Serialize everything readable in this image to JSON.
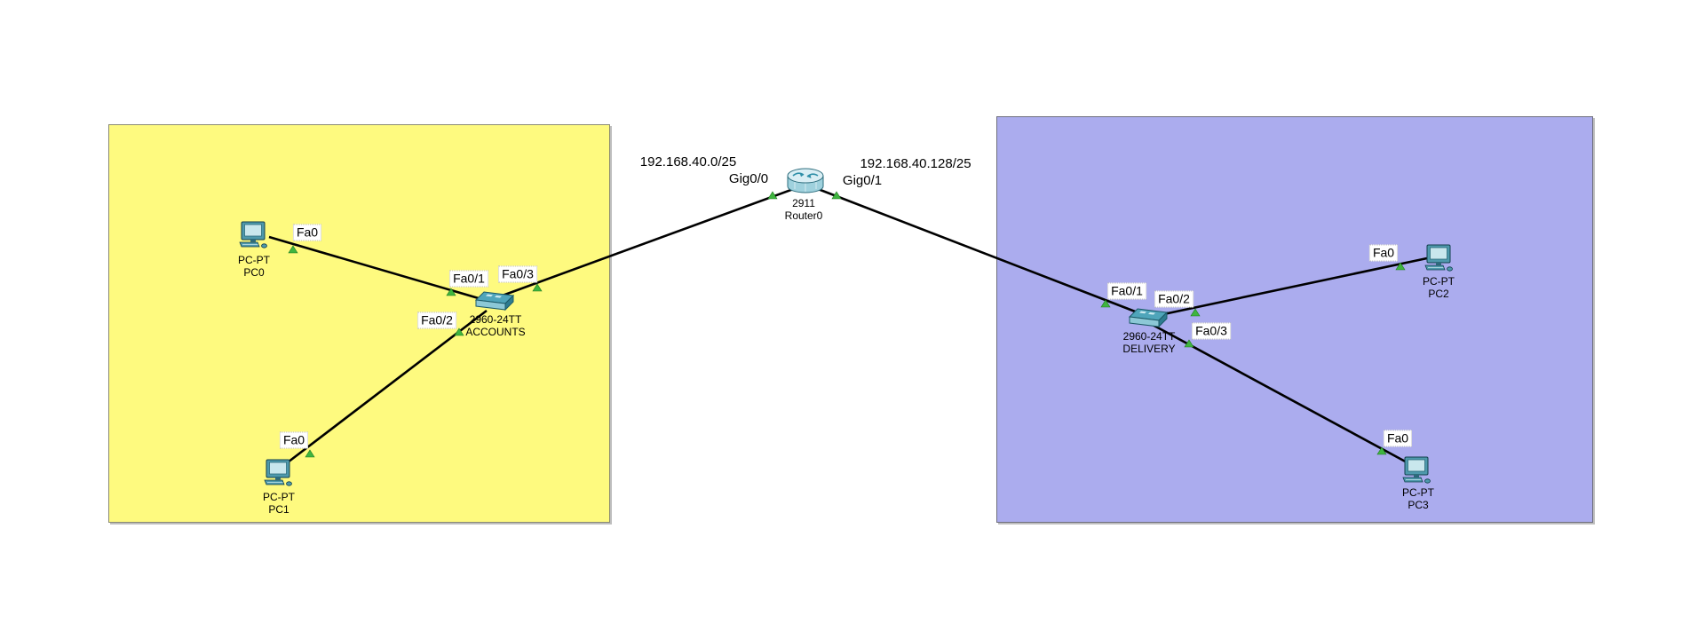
{
  "diagram": {
    "type": "network-topology",
    "subnets": [
      {
        "label": "192.168.40.0/25",
        "side": "left"
      },
      {
        "label": "192.168.40.128/25",
        "side": "right"
      }
    ],
    "zones": [
      {
        "name": "accounts-lan",
        "fill": "#FEFA7F",
        "border": "#8A8A72"
      },
      {
        "name": "delivery-lan",
        "fill": "#ABACEE",
        "border": "#6F6F7E"
      }
    ]
  },
  "devices": {
    "router0": {
      "type": "router",
      "model": "2911",
      "name": "Router0"
    },
    "accounts": {
      "type": "switch",
      "model": "2960-24TT",
      "name": "ACCOUNTS"
    },
    "delivery": {
      "type": "switch",
      "model": "2960-24TT",
      "name": "DELIVERY"
    },
    "pc0": {
      "type": "pc",
      "model": "PC-PT",
      "name": "PC0"
    },
    "pc1": {
      "type": "pc",
      "model": "PC-PT",
      "name": "PC1"
    },
    "pc2": {
      "type": "pc",
      "model": "PC-PT",
      "name": "PC2"
    },
    "pc3": {
      "type": "pc",
      "model": "PC-PT",
      "name": "PC3"
    }
  },
  "ports": {
    "router_gig00": "Gig0/0",
    "router_gig01": "Gig0/1",
    "accounts_fa01": "Fa0/1",
    "accounts_fa02": "Fa0/2",
    "accounts_fa03": "Fa0/3",
    "delivery_fa01": "Fa0/1",
    "delivery_fa02": "Fa0/2",
    "delivery_fa03": "Fa0/3",
    "pc0_fa0": "Fa0",
    "pc1_fa0": "Fa0",
    "pc2_fa0": "Fa0",
    "pc3_fa0": "Fa0"
  },
  "links": [
    {
      "from": "PC0",
      "from_port": "Fa0",
      "to": "ACCOUNTS",
      "to_port": "Fa0/1",
      "status": "up"
    },
    {
      "from": "PC1",
      "from_port": "Fa0",
      "to": "ACCOUNTS",
      "to_port": "Fa0/2",
      "status": "up"
    },
    {
      "from": "ACCOUNTS",
      "from_port": "Fa0/3",
      "to": "Router0",
      "to_port": "Gig0/0",
      "status": "up"
    },
    {
      "from": "Router0",
      "from_port": "Gig0/1",
      "to": "DELIVERY",
      "to_port": "Fa0/1",
      "status": "up"
    },
    {
      "from": "DELIVERY",
      "from_port": "Fa0/2",
      "to": "PC2",
      "to_port": "Fa0",
      "status": "up"
    },
    {
      "from": "DELIVERY",
      "from_port": "Fa0/3",
      "to": "PC3",
      "to_port": "Fa0",
      "status": "up"
    }
  ],
  "colors": {
    "canvas_bg": "#FFFFFF",
    "link_line": "#000000",
    "link_status_up": "#3FB53F",
    "zone_accounts": "#FEFA7F",
    "zone_delivery": "#ABACEE"
  }
}
